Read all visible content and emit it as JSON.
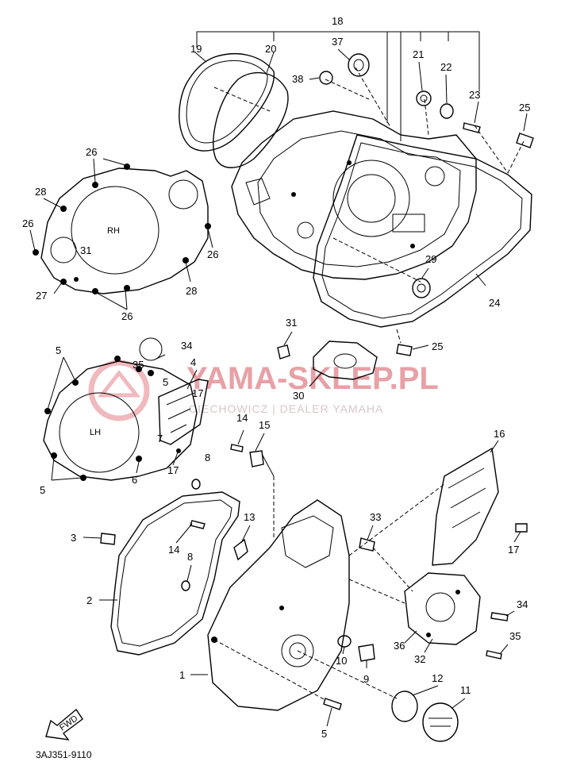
{
  "diagram": {
    "code": "3AJ351-9110",
    "fwd_label": "FWD",
    "cover_labels": {
      "rh": "RH",
      "lh": "LH"
    },
    "watermark": {
      "brand": "YAMA-SKLEP.PL",
      "dealer": "CIECHOWICZ | DEALER YAMAHA"
    },
    "callouts": [
      {
        "id": "c18",
        "text": "18"
      },
      {
        "id": "c19",
        "text": "19"
      },
      {
        "id": "c20",
        "text": "20"
      },
      {
        "id": "c37",
        "text": "37"
      },
      {
        "id": "c38",
        "text": "38"
      },
      {
        "id": "c21",
        "text": "21"
      },
      {
        "id": "c22",
        "text": "22"
      },
      {
        "id": "c23",
        "text": "23"
      },
      {
        "id": "c25a",
        "text": "25"
      },
      {
        "id": "c26a",
        "text": "26"
      },
      {
        "id": "c28a",
        "text": "28"
      },
      {
        "id": "c26b",
        "text": "26"
      },
      {
        "id": "c26c",
        "text": "26"
      },
      {
        "id": "c31a",
        "text": "31"
      },
      {
        "id": "c27",
        "text": "27"
      },
      {
        "id": "c28b",
        "text": "28"
      },
      {
        "id": "c26d",
        "text": "26"
      },
      {
        "id": "c29",
        "text": "29"
      },
      {
        "id": "c24",
        "text": "24"
      },
      {
        "id": "c31b",
        "text": "31"
      },
      {
        "id": "c25b",
        "text": "25"
      },
      {
        "id": "c30",
        "text": "30"
      },
      {
        "id": "c5a",
        "text": "5"
      },
      {
        "id": "c34a",
        "text": "34"
      },
      {
        "id": "c35a",
        "text": "35"
      },
      {
        "id": "c4",
        "text": "4"
      },
      {
        "id": "c5b",
        "text": "5"
      },
      {
        "id": "c17a",
        "text": "17"
      },
      {
        "id": "c7",
        "text": "7"
      },
      {
        "id": "c17b",
        "text": "17"
      },
      {
        "id": "c8a",
        "text": "8"
      },
      {
        "id": "c6",
        "text": "6"
      },
      {
        "id": "c5c",
        "text": "5"
      },
      {
        "id": "c14a",
        "text": "14"
      },
      {
        "id": "c15",
        "text": "15"
      },
      {
        "id": "c16",
        "text": "16"
      },
      {
        "id": "c13",
        "text": "13"
      },
      {
        "id": "c33",
        "text": "33"
      },
      {
        "id": "c3",
        "text": "3"
      },
      {
        "id": "c14b",
        "text": "14"
      },
      {
        "id": "c8b",
        "text": "8"
      },
      {
        "id": "c17c",
        "text": "17"
      },
      {
        "id": "c2",
        "text": "2"
      },
      {
        "id": "c34b",
        "text": "34"
      },
      {
        "id": "c36",
        "text": "36"
      },
      {
        "id": "c35b",
        "text": "35"
      },
      {
        "id": "c32",
        "text": "32"
      },
      {
        "id": "c10",
        "text": "10"
      },
      {
        "id": "c9",
        "text": "9"
      },
      {
        "id": "c1",
        "text": "1"
      },
      {
        "id": "c12",
        "text": "12"
      },
      {
        "id": "c11",
        "text": "11"
      },
      {
        "id": "c5d",
        "text": "5"
      }
    ]
  }
}
